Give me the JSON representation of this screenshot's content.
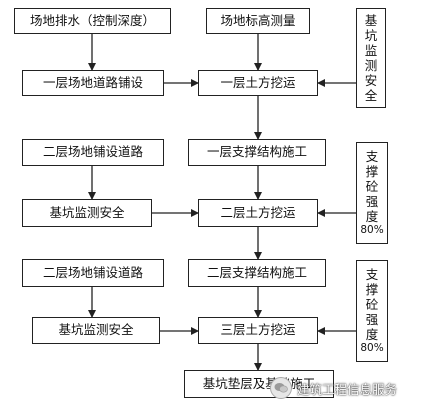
{
  "nodes": {
    "site_drainage": "场地排水（控制深度）",
    "site_elevation": "场地标高测量",
    "pit_monitor_1": [
      "基",
      "坑",
      "监",
      "测",
      "安",
      "全"
    ],
    "road_1": "一层场地道路铺设",
    "excavation_1": "一层土方挖运",
    "road_2_prep": "二层场地铺设道路",
    "support_1": "一层支撑结构施工",
    "support_strength_1": [
      "支",
      "撑",
      "砼",
      "强",
      "度"
    ],
    "strength_pct_1": "80%",
    "pit_safety_2": "基坑监测安全",
    "excavation_2": "二层土方挖运",
    "road_2": "二层场地铺设道路",
    "support_2": "二层支撑结构施工",
    "support_strength_2": [
      "支",
      "撑",
      "砼",
      "强",
      "度"
    ],
    "strength_pct_2": "80%",
    "pit_safety_3": "基坑监测安全",
    "excavation_3": "三层土方挖运",
    "foundation": "基坑垫层及基础施工"
  },
  "watermark": "建筑工程信息服务",
  "colors": {
    "line": "#222222",
    "background": "#ffffff"
  }
}
